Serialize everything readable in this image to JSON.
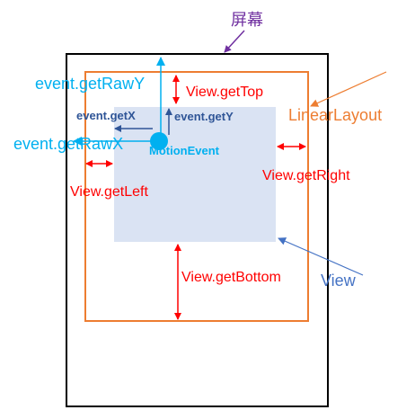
{
  "labels": {
    "screen": "屏幕",
    "linear_layout": "LinearLayout",
    "view": "View",
    "motion_event": "MotionEvent",
    "get_raw_y": "event.getRawY",
    "get_raw_x": "event.getRawX",
    "get_x": "event.getX",
    "get_y": "event.getY",
    "view_get_top": "View.getTop",
    "view_get_left": "View.getLeft",
    "view_get_right": "View.getRight",
    "view_get_bottom": "View.getBottom"
  },
  "colors": {
    "screen_border": "#000000",
    "screen_label": "#7030a0",
    "layout_border": "#ed7d31",
    "view_fill": "#dae3f3",
    "view_label": "#4472c4",
    "raw_coord": "#00b0f0",
    "local_coord": "#2f5597",
    "offset": "#ff0000"
  }
}
